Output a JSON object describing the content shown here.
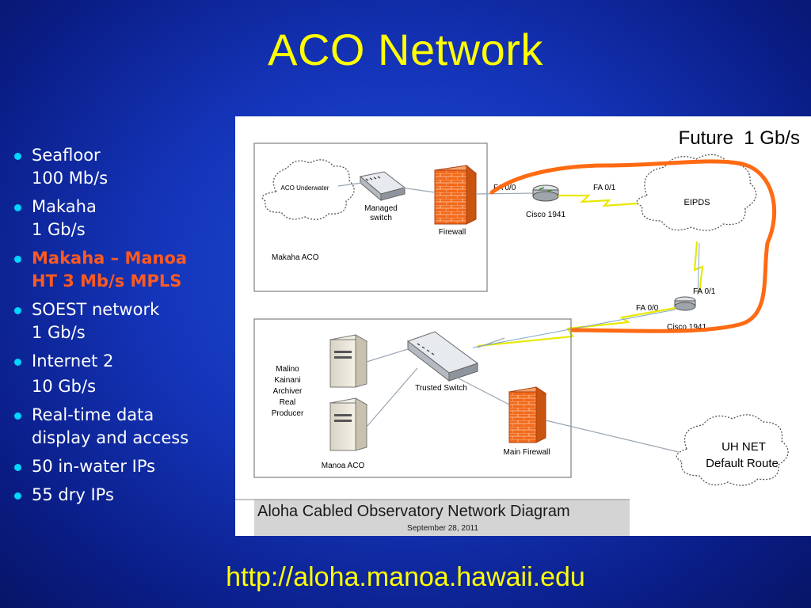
{
  "slide": {
    "title": "ACO Network",
    "footer_url": "http://aloha.manoa.hawaii.edu"
  },
  "bullets": [
    {
      "line1": "Seafloor",
      "line2": "100 Mb/s",
      "highlight": false
    },
    {
      "line1": "Makaha",
      "line2": "1 Gb/s",
      "highlight": false
    },
    {
      "line1": "Makaha – Manoa",
      "line2": "HT 3 Mb/s MPLS",
      "highlight": true
    },
    {
      "line1": "SOEST network",
      "line2": "1 Gb/s",
      "highlight": false
    },
    {
      "line1": "Internet 2",
      "line2": "",
      "highlight": false
    },
    {
      "line1": "10 Gb/s",
      "line2": "",
      "plain": true
    },
    {
      "line1": "Real-time data",
      "line2": "display and access",
      "highlight": false
    },
    {
      "line1": "50 in-water IPs",
      "line2": "",
      "highlight": false
    },
    {
      "line1": "55 dry IPs",
      "line2": "",
      "highlight": false
    }
  ],
  "diagram": {
    "future_label": "Future  1 Gb/s",
    "aco_underwater": "ACO Underwater",
    "managed_switch": "Managed",
    "managed_switch_2": "switch",
    "firewall": "Firewall",
    "makaha_aco": "Makaha ACO",
    "fa00_top": "FA 0/0",
    "fa01_top": "FA 0/1",
    "cisco_top": "Cisco 1941",
    "eipds": "EIPDS",
    "fa01_bottom": "FA 0/1",
    "fa00_bottom": "FA 0/0",
    "cisco_bottom": "Cisco 1941",
    "servers_label": [
      "Malino",
      "Kainani",
      "Archiver",
      "Real",
      "Producer"
    ],
    "trusted_switch": "Trusted Switch",
    "manoa_aco": "Manoa ACO",
    "main_firewall": "Main Firewall",
    "uh_net_1": "UH NET",
    "uh_net_2": "Default Route",
    "banner_title": "Aloha Cabled Observatory Network Diagram",
    "banner_date": "September 28, 2011",
    "colors": {
      "future_loop": "#ff6a13",
      "lightning": "#e8e800",
      "link": "#9aa6b2"
    }
  }
}
